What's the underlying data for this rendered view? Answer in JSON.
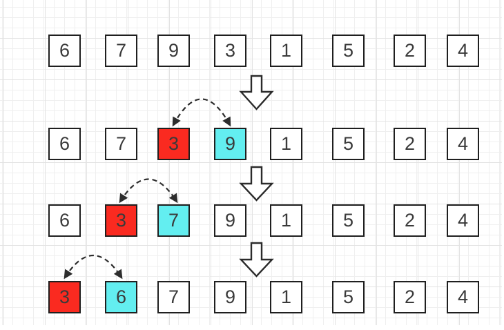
{
  "diagram_type": "sorting-steps",
  "colors": {
    "background": "#ffffff",
    "grid_minor": "#efefef",
    "grid_major": "#e3e3e3",
    "box_border": "#1f1f1f",
    "box_fill": "#ffffff",
    "highlight_red": "#fa2a20",
    "highlight_cyan": "#63eef0",
    "number_text": "#3a3a3a",
    "connector": "#2d2d2d"
  },
  "rows": [
    {
      "cells": [
        {
          "value": "6"
        },
        {
          "value": "7"
        },
        {
          "value": "9"
        },
        {
          "value": "3"
        },
        {
          "value": "1"
        },
        {
          "value": "5"
        },
        {
          "value": "2"
        },
        {
          "value": "4"
        }
      ]
    },
    {
      "cells": [
        {
          "value": "6"
        },
        {
          "value": "7"
        },
        {
          "value": "3",
          "highlight": "red"
        },
        {
          "value": "9",
          "highlight": "cyan"
        },
        {
          "value": "1"
        },
        {
          "value": "5"
        },
        {
          "value": "2"
        },
        {
          "value": "4"
        }
      ]
    },
    {
      "cells": [
        {
          "value": "6"
        },
        {
          "value": "3",
          "highlight": "red"
        },
        {
          "value": "7",
          "highlight": "cyan"
        },
        {
          "value": "9"
        },
        {
          "value": "1"
        },
        {
          "value": "5"
        },
        {
          "value": "2"
        },
        {
          "value": "4"
        }
      ]
    },
    {
      "cells": [
        {
          "value": "3",
          "highlight": "red"
        },
        {
          "value": "6",
          "highlight": "cyan"
        },
        {
          "value": "7"
        },
        {
          "value": "9"
        },
        {
          "value": "1"
        },
        {
          "value": "5"
        },
        {
          "value": "2"
        },
        {
          "value": "4"
        }
      ]
    }
  ],
  "swap_arcs": [
    {
      "row": 2,
      "between": [
        "3",
        "9"
      ]
    },
    {
      "row": 3,
      "between": [
        "3",
        "7"
      ]
    },
    {
      "row": 4,
      "between": [
        "3",
        "6"
      ]
    }
  ],
  "step_arrows": [
    {
      "from_row": 1,
      "to_row": 2
    },
    {
      "from_row": 2,
      "to_row": 3
    },
    {
      "from_row": 3,
      "to_row": 4
    }
  ]
}
